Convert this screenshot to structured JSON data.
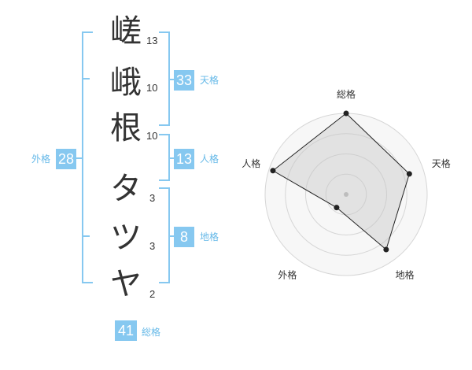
{
  "characters": [
    {
      "char": "嵯",
      "strokes": "13"
    },
    {
      "char": "峨",
      "strokes": "10"
    },
    {
      "char": "根",
      "strokes": "10"
    },
    {
      "char": "タ",
      "strokes": "3"
    },
    {
      "char": "ツ",
      "strokes": "3"
    },
    {
      "char": "ヤ",
      "strokes": "2"
    }
  ],
  "fortunes": {
    "tenkaku": {
      "value": "33",
      "label": "天格"
    },
    "jinkaku": {
      "value": "13",
      "label": "人格"
    },
    "chikaku": {
      "value": "8",
      "label": "地格"
    },
    "gaikaku": {
      "value": "28",
      "label": "外格"
    },
    "soukaku": {
      "value": "41",
      "label": "総格"
    }
  },
  "colors": {
    "accent": "#86c8f0",
    "accent_text": "#66b9e8",
    "text": "#333333"
  },
  "chart_data": {
    "type": "radar",
    "axes": [
      "総格",
      "天格",
      "地格",
      "外格",
      "人格"
    ],
    "values": [
      1.0,
      0.82,
      0.84,
      0.2,
      0.95
    ],
    "range": [
      0,
      1
    ],
    "rings": 4
  }
}
